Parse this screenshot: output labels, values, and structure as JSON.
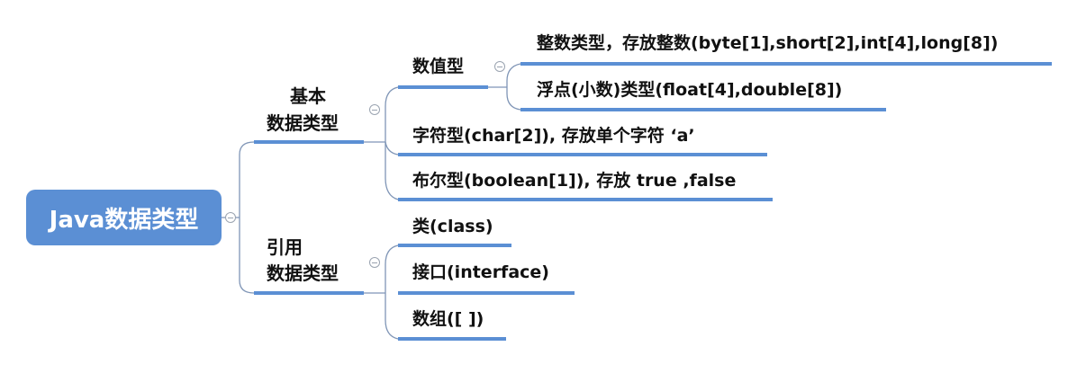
{
  "mindmap": {
    "root": {
      "label": "Java数据类型"
    },
    "branches": [
      {
        "label_line1": "基本",
        "label_line2": "数据类型",
        "children": [
          {
            "label": "数值型",
            "children": [
              {
                "label": "整数类型，存放整数(byte[1],short[2],int[4],long[8])"
              },
              {
                "label": "浮点(小数)类型(float[4],double[8])"
              }
            ]
          },
          {
            "label": "字符型(char[2]), 存放单个字符  ‘a’"
          },
          {
            "label": "布尔型(boolean[1]), 存放 true ,false"
          }
        ]
      },
      {
        "label_line1": "引用",
        "label_line2": "数据类型",
        "children": [
          {
            "label": "类(class)"
          },
          {
            "label": "接口(interface)"
          },
          {
            "label": "数组([ ])"
          }
        ]
      }
    ]
  },
  "colors": {
    "root_fill": "#5b8fd4",
    "underline": "#5b8fd4",
    "connector": "#7f95b6",
    "text": "#111111"
  }
}
